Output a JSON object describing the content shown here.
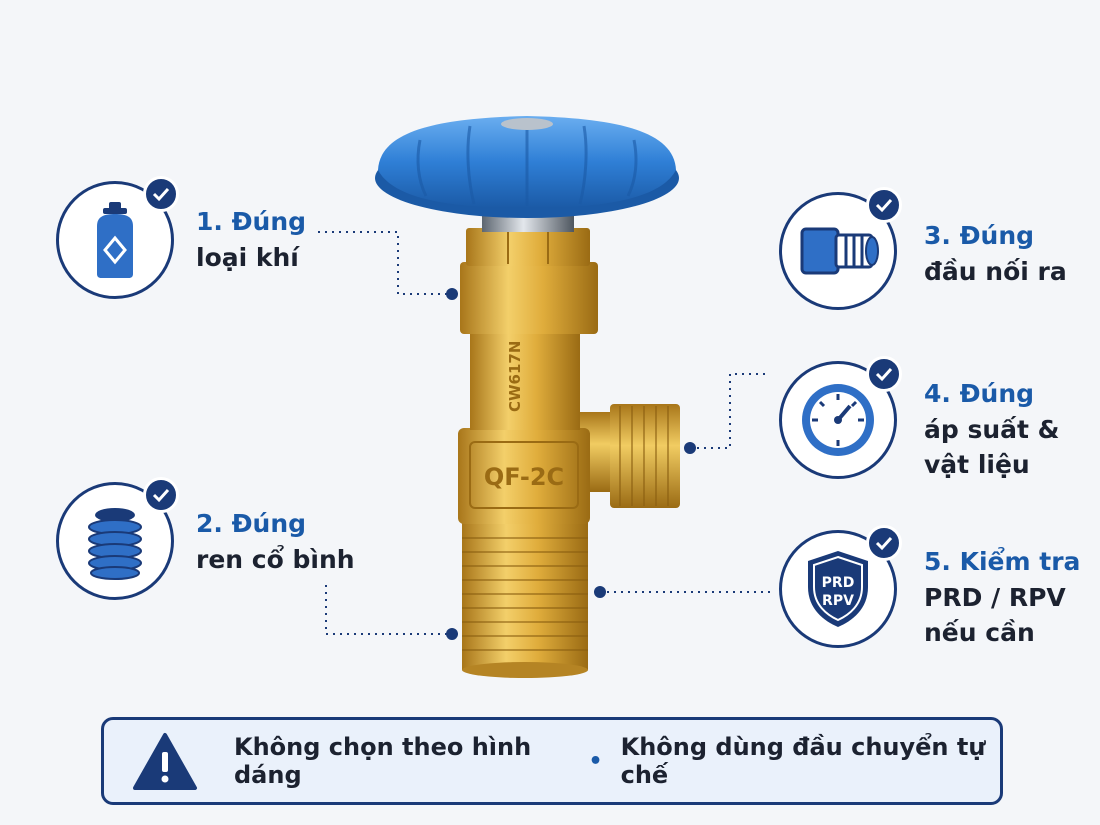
{
  "colors": {
    "navy": "#1a3a78",
    "accent_blue": "#1a5aa8",
    "knob_blue": "#2f7fd6",
    "brass": "#d9a630",
    "background": "#f4f6f9"
  },
  "valve": {
    "body_text": "QF-2C",
    "side_text": "CW617N"
  },
  "items": [
    {
      "number": "1. Đúng",
      "line1": "loại khí",
      "line2": "",
      "icon": "gas-cylinder-icon"
    },
    {
      "number": "2. Đúng",
      "line1": "ren cổ bình",
      "line2": "",
      "icon": "thread-icon"
    },
    {
      "number": "3. Đúng",
      "line1": "đầu nối ra",
      "line2": "",
      "icon": "outlet-connector-icon"
    },
    {
      "number": "4. Đúng",
      "line1": "áp suất &",
      "line2": "vật liệu",
      "icon": "pressure-gauge-icon"
    },
    {
      "number": "5. Kiểm tra",
      "line1": "PRD / RPV",
      "line2": "nếu cần",
      "icon": "shield-icon",
      "icon_text_1": "PRD",
      "icon_text_2": "RPV"
    }
  ],
  "warning": {
    "icon": "warning-icon",
    "text_1": "Không chọn theo hình dáng",
    "separator": "•",
    "text_2": "Không dùng đầu chuyển tự chế"
  }
}
